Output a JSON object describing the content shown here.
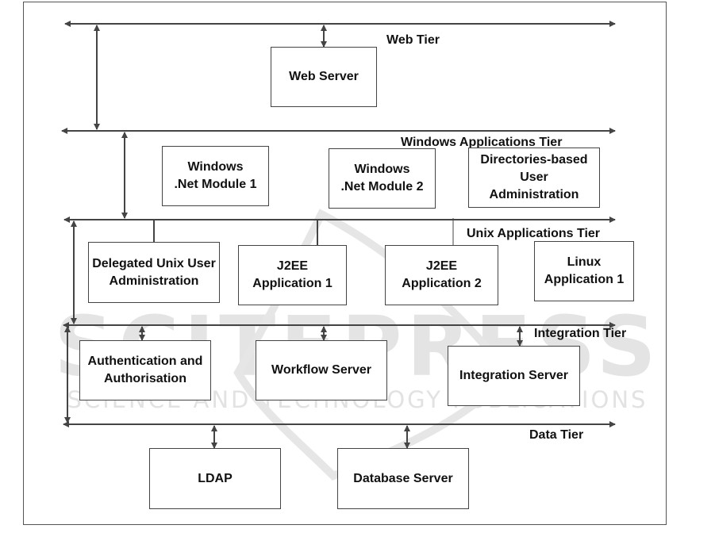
{
  "tiers": {
    "web": "Web Tier",
    "windows": "Windows Applications Tier",
    "unix": "Unix Applications Tier",
    "integration": "Integration Tier",
    "data": "Data Tier"
  },
  "nodes": {
    "web_server": "Web Server",
    "windows_net_module_1": "Windows\n.Net Module 1",
    "windows_net_module_2": "Windows\n.Net Module 2",
    "directories_admin": "Directories-based\nUser\nAdministration",
    "delegated_unix_admin": "Delegated Unix User\nAdministration",
    "j2ee_app_1": "J2EE\nApplication 1",
    "j2ee_app_2": "J2EE\nApplication 2",
    "linux_app_1": "Linux\nApplication 1",
    "auth": "Authentication and\nAuthorisation",
    "workflow_server": "Workflow Server",
    "integration_server": "Integration Server",
    "ldap": "LDAP",
    "database_server": "Database Server"
  },
  "watermark": {
    "logo_text": "SCITEPRESS",
    "tagline": "SCIENCE AND TECHNOLOGY PUBLICATIONS"
  },
  "colors": {
    "line": "#444444",
    "watermark": "#e4e4e4"
  }
}
